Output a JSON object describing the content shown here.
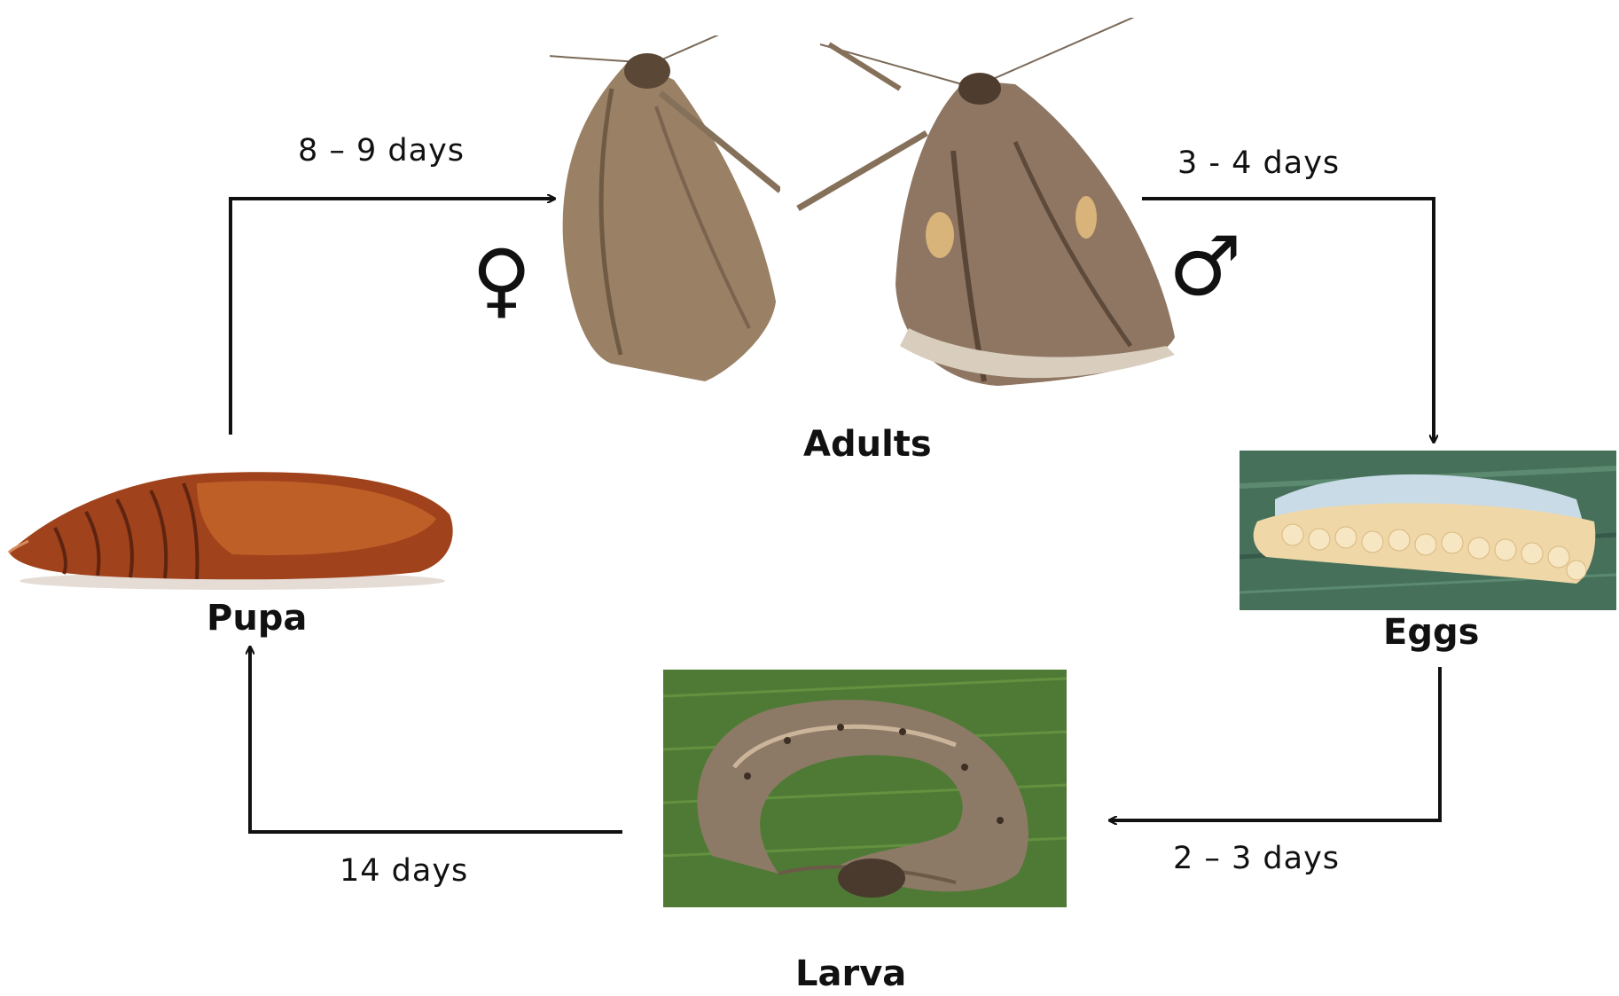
{
  "stages": {
    "adults": "Adults",
    "eggs": "Eggs",
    "larva": "Larva",
    "pupa": "Pupa"
  },
  "durations": {
    "pupa_to_adults": "8 – 9 days",
    "adults_to_eggs": "3 - 4 days",
    "eggs_to_larva": "2 – 3 days",
    "larva_to_pupa": "14 days"
  },
  "symbols": {
    "female": "♀",
    "male": "♂"
  },
  "icons": {
    "female": "female-symbol-icon",
    "male": "male-symbol-icon",
    "arrowhead": "arrowhead-icon"
  },
  "colors": {
    "arrow": "#111111",
    "text": "#111111",
    "leaf_green": "#4f7a35",
    "moth_brown": "#9a8064",
    "pupa_red": "#a0421b",
    "egg_cream": "#f0d7a8"
  }
}
